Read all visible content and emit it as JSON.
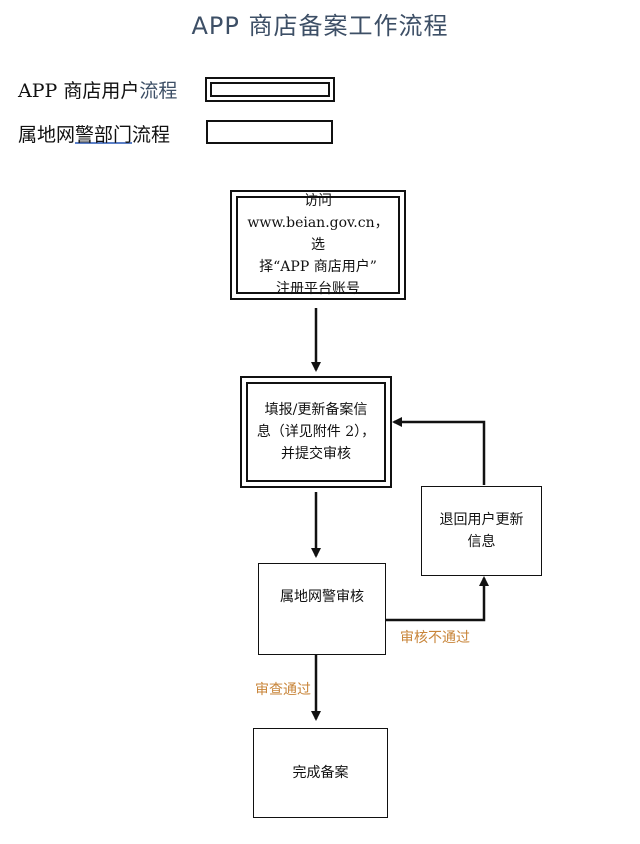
{
  "title": "APP 商店备案工作流程",
  "legend": {
    "store_user": {
      "prefix": "APP 商店用户",
      "suffix": "流程"
    },
    "police": {
      "prefix": "属地网",
      "underlined": "警部门",
      "suffix": "流程"
    }
  },
  "nodes": {
    "visit": {
      "line1": "访问",
      "line2": "www.beian.gov.cn，选",
      "line3": "择“APP 商店用户”",
      "line4": "注册平台账号"
    },
    "fill": {
      "line1": "填报/更新备案信",
      "line2": "息（详见附件 2），",
      "line3": "并提交审核"
    },
    "police_review": {
      "line1": "属地网警审核"
    },
    "return": {
      "line1": "退回用户更新",
      "line2": "信息"
    },
    "complete": {
      "line1": "完成备案"
    }
  },
  "edge_labels": {
    "rejected": "审核不通过",
    "approved": "审查通过"
  },
  "colors": {
    "title": "#3d4f66",
    "edge_label": "#c8853a",
    "stroke": "#111111"
  }
}
